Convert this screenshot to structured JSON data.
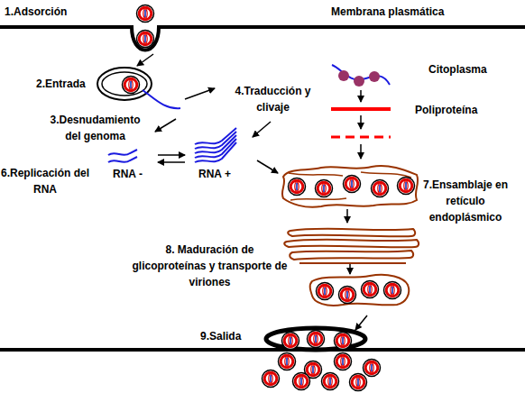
{
  "diagram": {
    "labels": [
      "1.Adsorción",
      "Membrana plasmática",
      "2.Entrada",
      "4.Traducción y clivaje",
      "Citoplasma",
      "3.Desnudamiento del genoma",
      "Poliproteína",
      "6.Replicación del RNA",
      "RNA -",
      "RNA +",
      "7.Ensamblaje en retículo endoplásmico",
      "8. Maduración de glicoproteínas y transporte de viriones",
      "9.Salida"
    ]
  }
}
